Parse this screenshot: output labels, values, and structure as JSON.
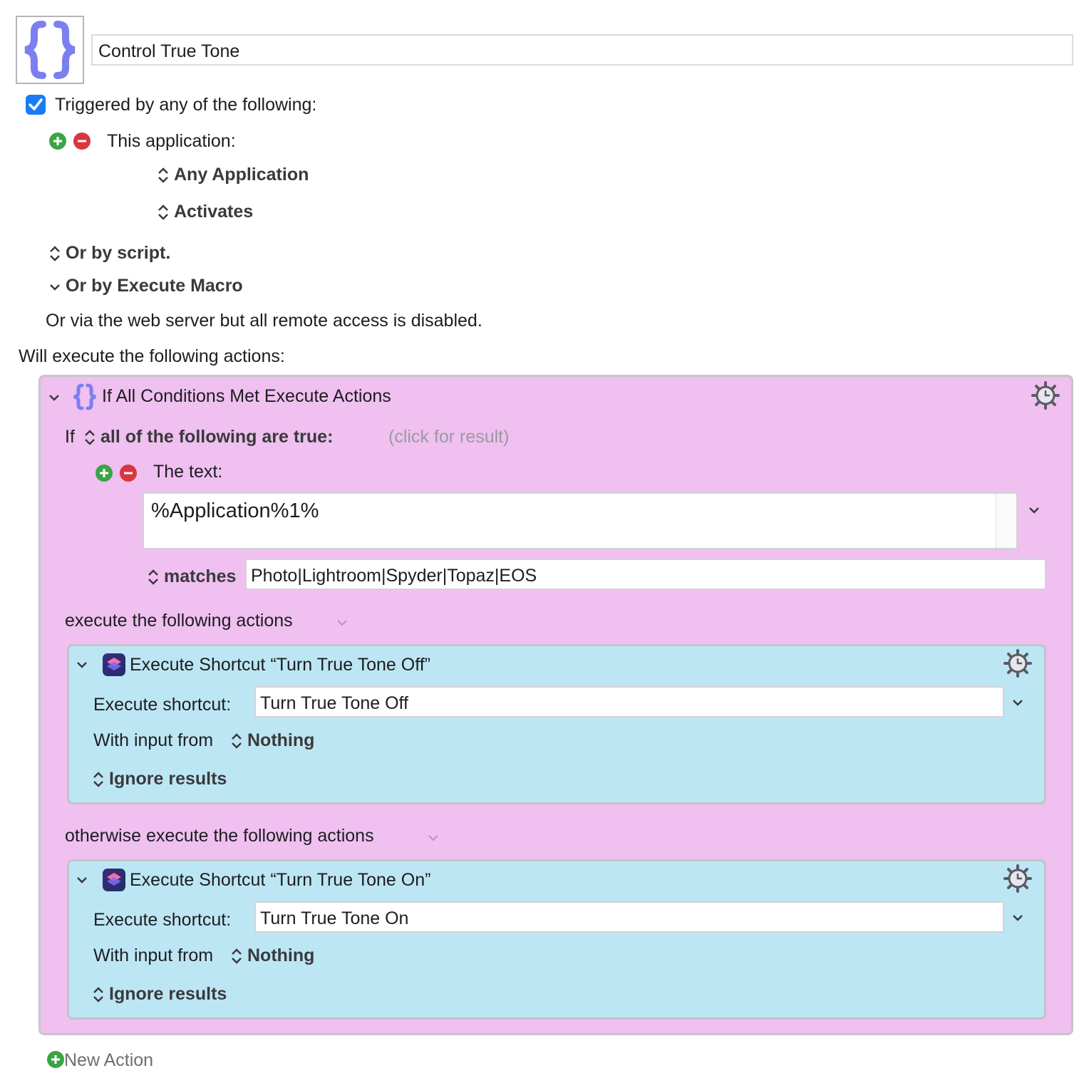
{
  "macro": {
    "title": "Control True Tone"
  },
  "triggers": {
    "checkbox_label": "Triggered by any of the following:",
    "app_trigger_label": "This application:",
    "app_select": "Any Application",
    "event_select": "Activates",
    "or_script": "Or by script.",
    "or_execute_macro": "Or by Execute Macro",
    "web_server_note": "Or via the web server but all remote access is disabled."
  },
  "actions_heading": "Will execute the following actions:",
  "if_action": {
    "title": "If All Conditions Met Execute Actions",
    "if_label": "If",
    "condition_select": "all of the following are true:",
    "click_for_result": "(click for result)",
    "text_condition_label": "The text:",
    "text_value": "%Application%1%",
    "match_select": "matches",
    "match_value": "Photo|Lightroom|Spyder|Topaz|EOS",
    "then_label": "execute the following actions",
    "else_label": "otherwise execute the following actions"
  },
  "shortcut_off": {
    "title": "Execute Shortcut “Turn True Tone Off”",
    "shortcut_label": "Execute shortcut:",
    "shortcut_value": "Turn True Tone Off",
    "input_label": "With input from",
    "input_value": "Nothing",
    "results_select": "Ignore results"
  },
  "shortcut_on": {
    "title": "Execute Shortcut “Turn True Tone On”",
    "shortcut_label": "Execute shortcut:",
    "shortcut_value": "Turn True Tone On",
    "input_label": "With input from",
    "input_value": "Nothing",
    "results_select": "Ignore results"
  },
  "new_action": "New Action",
  "colors": {
    "if_panel": "#efc0f0",
    "shortcut_panel": "#bde6f4",
    "checkbox": "#1a7cf5",
    "add": "#3ba444",
    "remove": "#d9363e",
    "macro_icon": "#7b7ff0"
  }
}
